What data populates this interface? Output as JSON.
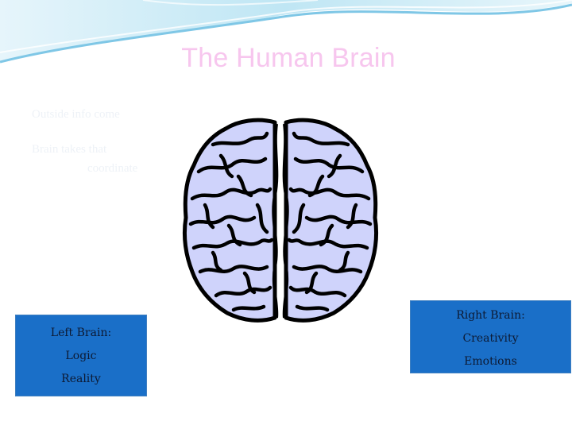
{
  "slide": {
    "title": "The Human Brain",
    "faint_lines": [
      "Outside info come",
      "Brain takes that",
      "coordinate"
    ],
    "left_box": {
      "lines": [
        "Left Brain:",
        "Logic",
        "Reality"
      ]
    },
    "right_box": {
      "lines": [
        "Right Brain:",
        "Creativity",
        "Emotions"
      ]
    }
  },
  "colors": {
    "title": "#f7c6ee",
    "box_fill": "#1a6fc8",
    "brain_fill": "#cfd3fb",
    "brain_outline": "#000000",
    "wave_blue": "#9fd6ee"
  },
  "icons": [
    "brain-illustration"
  ]
}
